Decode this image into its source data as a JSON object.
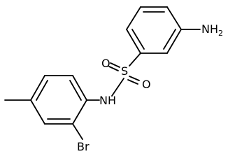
{
  "molecule": {
    "atoms": {
      "amine": {
        "symbol": "NH",
        "subscript": "2"
      },
      "sulfur": "S",
      "oxygen_top": "O",
      "oxygen_bottom": "O",
      "sulfonamide_n": "NH",
      "bromine": "Br"
    },
    "colors": {
      "stroke": "#000000",
      "background": "#ffffff"
    }
  }
}
